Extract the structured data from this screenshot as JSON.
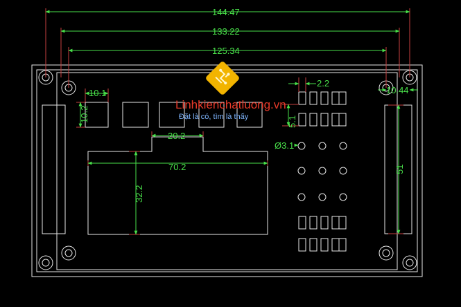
{
  "drawing": {
    "background_color": "#000000",
    "outline_color": "#e8e8e8",
    "dimension_color": "#49e04a",
    "extension_color": "#c94040"
  },
  "dimensions": {
    "overall_width": "144.47",
    "hole_span_outer": "133.22",
    "hole_span_inner": "125.34",
    "button_width": "10.1",
    "button_height": "10.2",
    "lcd_tab_width": "20.2",
    "lcd_width": "70.2",
    "lcd_height": "32.2",
    "pin_pitch": "2.2",
    "header_height": "5.1",
    "hole_diameter": "Ø3.1",
    "edge_offset": "10.44",
    "side_slot_height": "51"
  },
  "watermark": {
    "site": "Linhkienchatluong.vn",
    "slogan": "Đặt là có, tìm là thấy",
    "logo_color": "#f2b400"
  }
}
